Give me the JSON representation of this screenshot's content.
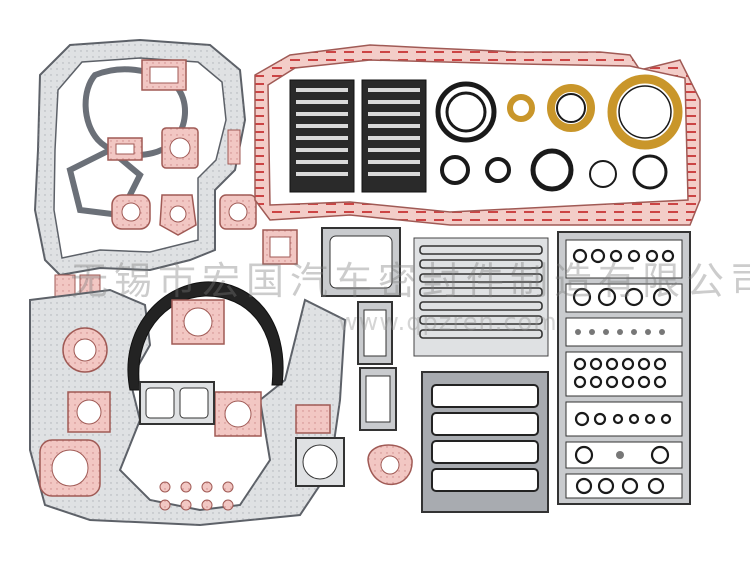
{
  "photo": {
    "subject": "engine-gasket-kit",
    "colors": {
      "background": "#ffffff",
      "gasket_gray": "#c9cbce",
      "gasket_pink": "#f2c7c3",
      "outline_dark": "#3a3a3a",
      "seal_black": "#1a1a1a",
      "seal_brass": "#c9962a",
      "rubber_red": "#b43a3a"
    }
  },
  "watermark": {
    "company": "无锡市宏国汽车密封件制造有限公司",
    "url": "www.qpzren.com"
  }
}
